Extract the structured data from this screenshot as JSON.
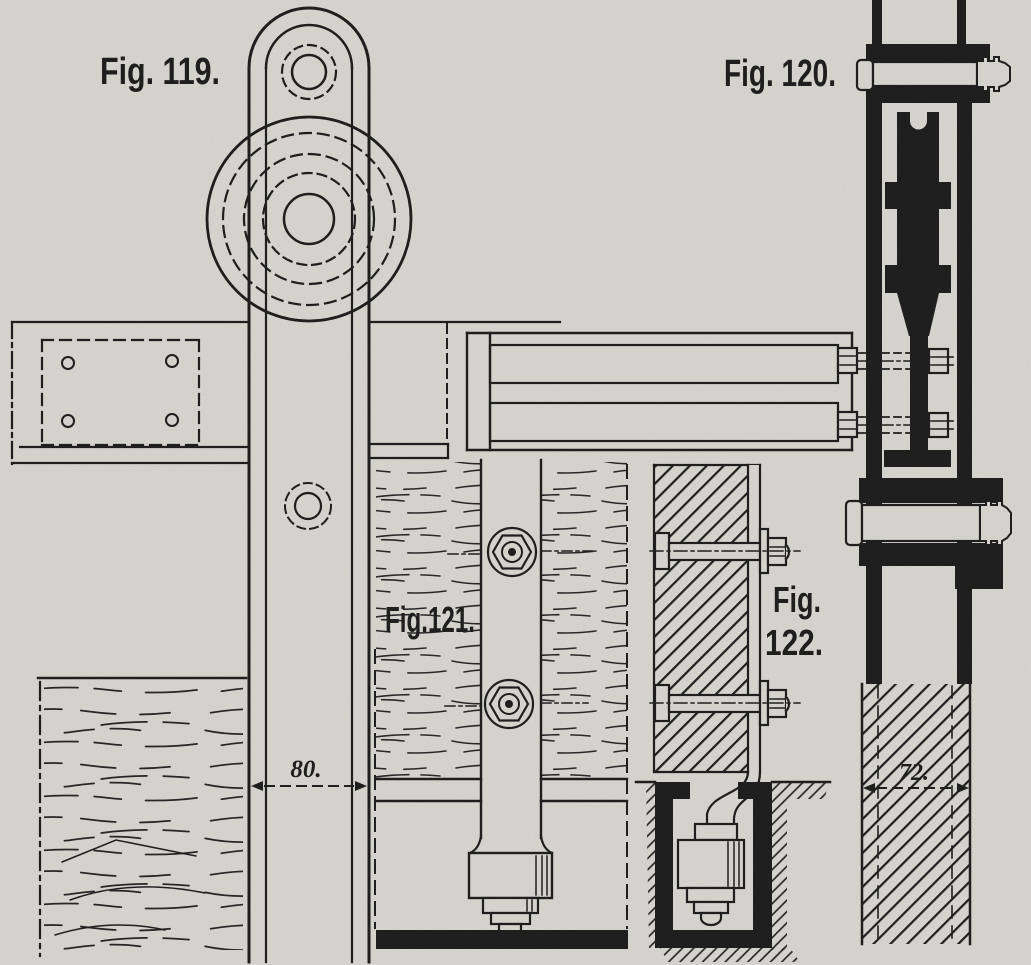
{
  "plate": {
    "background_color": "#d8d6d1",
    "ink_color": "#1c1c1c"
  },
  "figures": {
    "fig119": {
      "label": "Fig. 119."
    },
    "fig120": {
      "label": "Fig. 120."
    },
    "fig121": {
      "label": "Fig.121."
    },
    "fig122": {
      "label_top": "Fig.",
      "label_bottom": "122."
    }
  },
  "dimensions": {
    "hanger_strap_width": {
      "text": "80."
    },
    "door_thickness": {
      "text": "72."
    }
  }
}
